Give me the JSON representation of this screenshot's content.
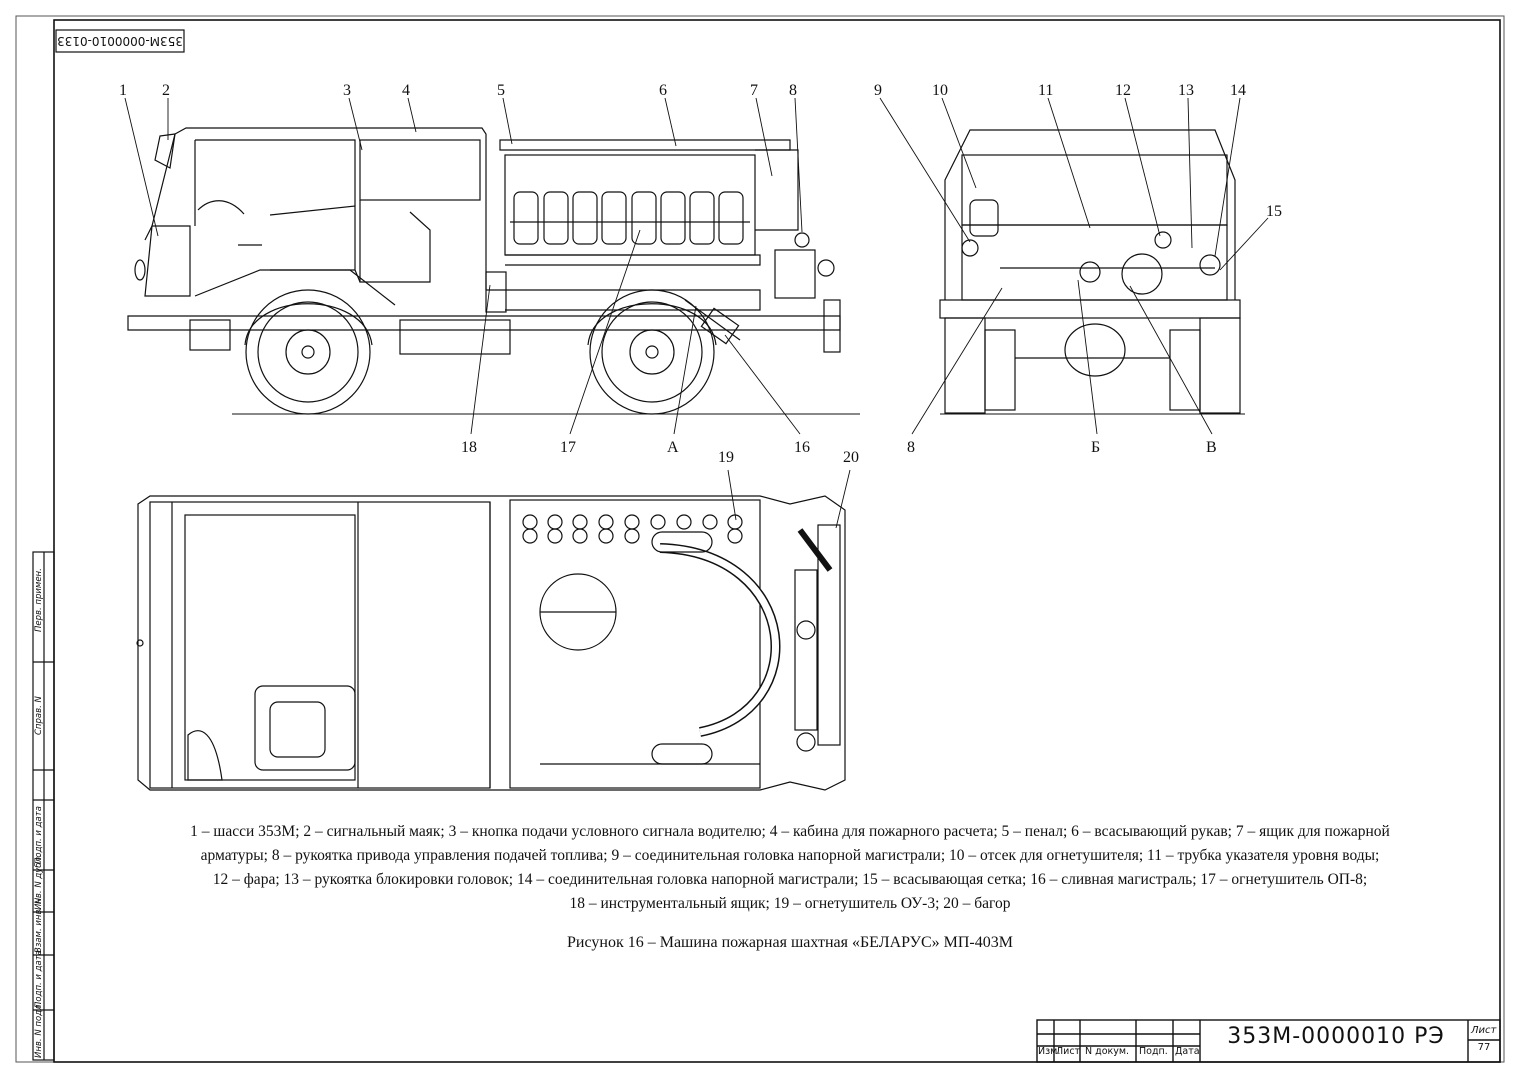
{
  "doc_code_top": "353М-0000010-0133",
  "callouts": {
    "n1": "1",
    "n2": "2",
    "n3": "3",
    "n4": "4",
    "n5": "5",
    "n6": "6",
    "n7": "7",
    "n8": "8",
    "n9": "9",
    "n10": "10",
    "n11": "11",
    "n12": "12",
    "n13": "13",
    "n14": "14",
    "n15": "15",
    "n16": "16",
    "n17": "17",
    "n18": "18",
    "n8b": "8",
    "nA": "А",
    "nB": "Б",
    "nV": "В",
    "n19": "19",
    "n20": "20"
  },
  "legend": {
    "line1": "1 – шасси 353М; 2 – сигнальный маяк; 3 – кнопка подачи условного сигнала водителю; 4 – кабина для пожарного расчета; 5 – пенал; 6 – всасывающий рукав; 7 – ящик для пожарной",
    "line2": "арматуры; 8 – рукоятка привода управления подачей топлива; 9 – соединительная головка напорной магистрали; 10 – отсек для огнетушителя; 11 – трубка указателя уровня воды;",
    "line3": "12 – фара; 13 – рукоятка блокировки головок; 14 – соединительная головка напорной магистрали; 15 – всасывающая сетка; 16 – сливная магистраль; 17 – огнетушитель ОП-8;",
    "line4": "18 – инструментальный ящик; 19 – огнетушитель ОУ-3; 20 – багор"
  },
  "figure_title": "Рисунок 16 – Машина пожарная шахтная «БЕЛАРУС» МП-403М",
  "title_block": {
    "code": "353М-0000010 РЭ",
    "sheet_label": "Лист",
    "sheet_number": "77",
    "headers": [
      "Изм.",
      "Лист",
      "N докум.",
      "Подп.",
      "Дата"
    ]
  },
  "side_stamp": {
    "perv_primen": "Перв. примен.",
    "sprav": "Справ. N",
    "podp_data_1": "Подп. и дата",
    "inv_dubl": "Инв. N дубл.",
    "vzam_inv": "Взам. инв. N",
    "podp_data_2": "Подп. и дата",
    "inv_podl": "Инв. N подл."
  }
}
